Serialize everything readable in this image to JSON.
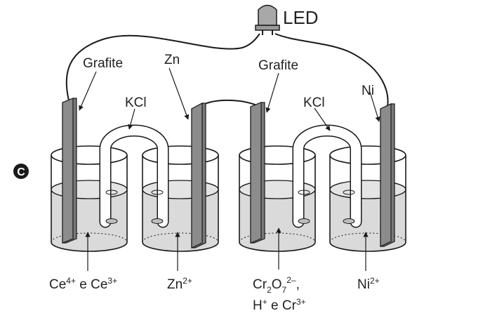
{
  "option_letter": "C",
  "led": {
    "label": "LED"
  },
  "electrodes": {
    "grafite_left": "Grafite",
    "zn": "Zn",
    "grafite_right": "Grafite",
    "ni": "Ni"
  },
  "salt_bridges": {
    "left": "KCl",
    "right": "KCl"
  },
  "solutions": {
    "beaker1": {
      "species": "Ce",
      "sup1": "4+",
      "conj": " e ",
      "species2": "Ce",
      "sup2": "3+"
    },
    "beaker2": {
      "species": "Zn",
      "sup": "2+"
    },
    "beaker3": {
      "line1_a": "Cr",
      "line1_sub1": "2",
      "line1_b": "O",
      "line1_sub2": "7",
      "line1_sup": "2–",
      "line1_tail": ",",
      "line2_a": "H",
      "line2_sup1": "+",
      "line2_conj": " e Cr",
      "line2_sup2": "3+"
    },
    "beaker4": {
      "species": "Ni",
      "sup": "2+"
    }
  },
  "colors": {
    "liquid": "#dadada",
    "electrode": "#808080",
    "stroke": "#1a1a1a",
    "glass": "#ffffff"
  }
}
